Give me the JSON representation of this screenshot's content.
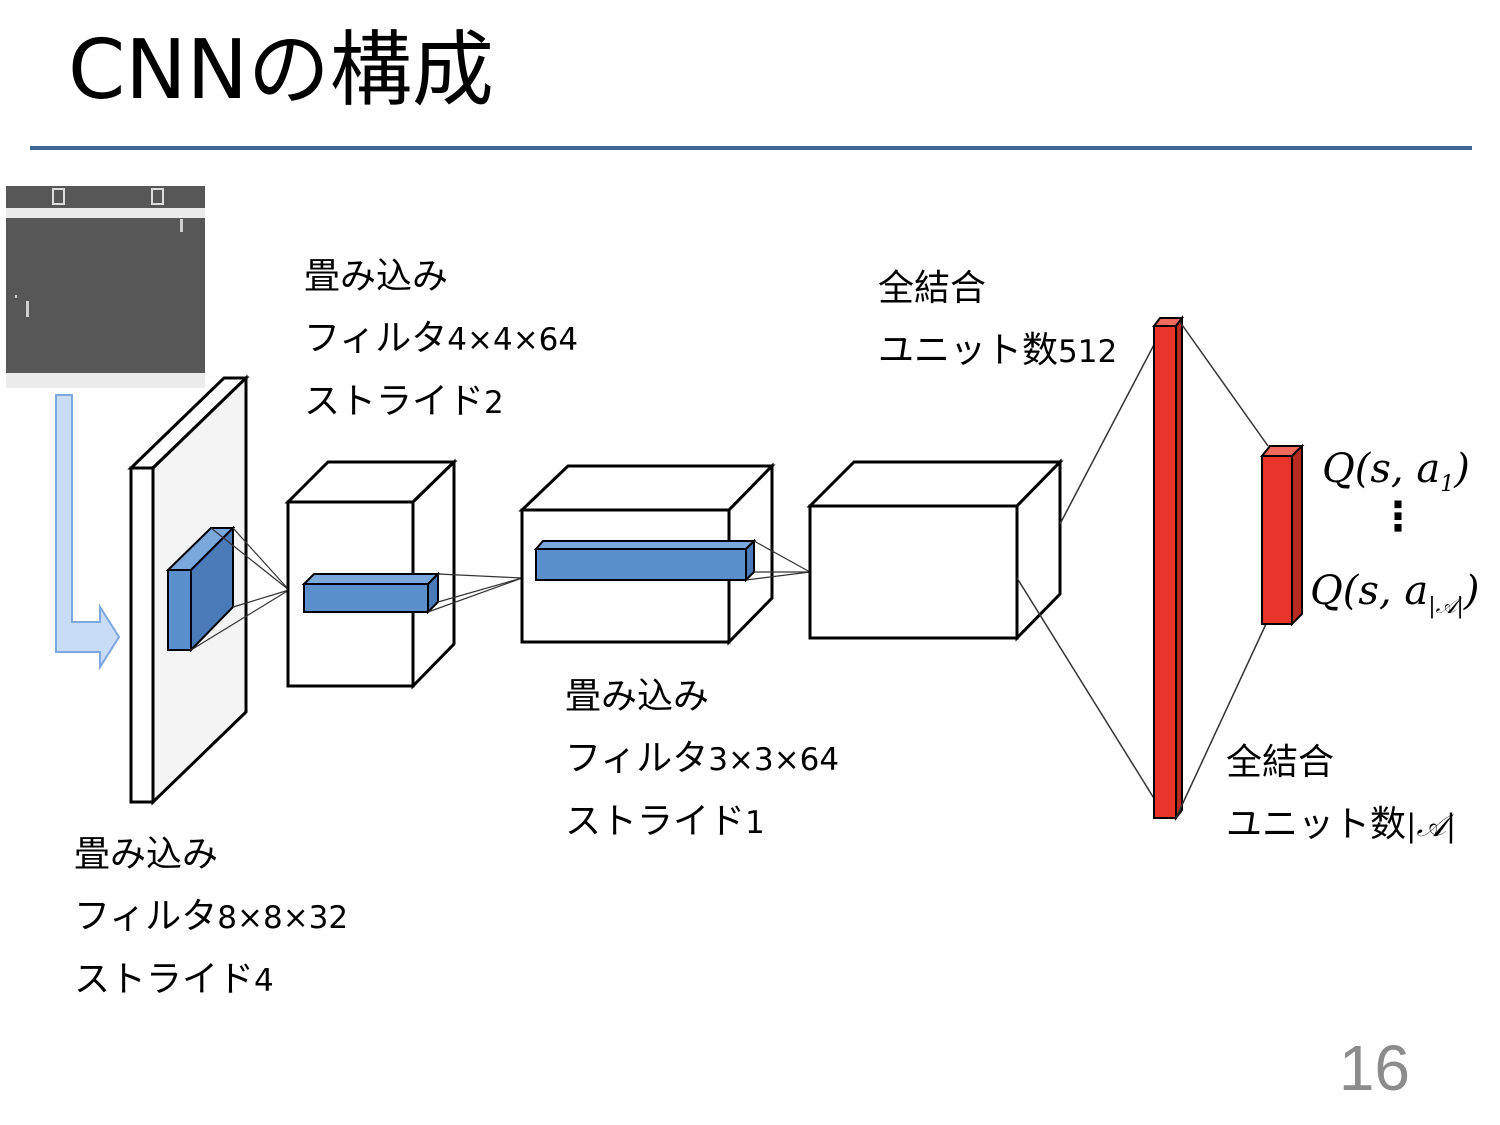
{
  "slide": {
    "title": "CNNの構成",
    "page_number": "16"
  },
  "labels": {
    "conv1": {
      "title": "畳み込み",
      "filter_text": "フィルタ",
      "filter_size": "8×8×32",
      "stride_text": "ストライド",
      "stride_value": "4"
    },
    "conv2": {
      "title": "畳み込み",
      "filter_text": "フィルタ",
      "filter_size": "4×4×64",
      "stride_text": "ストライド",
      "stride_value": "2"
    },
    "conv3": {
      "title": "畳み込み",
      "filter_text": "フィルタ",
      "filter_size": "3×3×64",
      "stride_text": "ストライド",
      "stride_value": "1"
    },
    "fc1": {
      "title": "全結合",
      "units_text": "ユニット数",
      "units_value": "512"
    },
    "fc2": {
      "title": "全結合",
      "units_text": "ユニット数",
      "units_value": "|𝒜|"
    }
  },
  "outputs": {
    "q_first": {
      "base": "Q(s, a",
      "sub": "1",
      "close": ")"
    },
    "vdots": "⋮",
    "q_last": {
      "base": "Q(s, a",
      "sub": "|𝒜|",
      "close": ")"
    }
  },
  "colors": {
    "title_rule": "#3f6496",
    "filter_blue": "#5b8fcb",
    "fc_red": "#e8342a",
    "arrow_fill": "#c9dcf6",
    "arrow_stroke": "#7ea6df",
    "screen_bg": "#575757"
  }
}
